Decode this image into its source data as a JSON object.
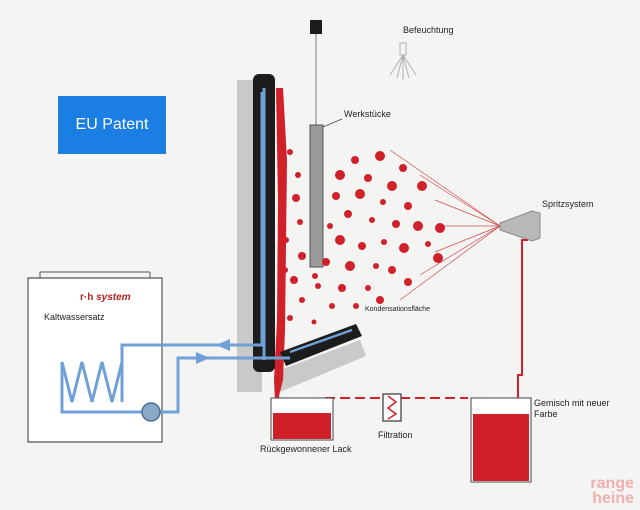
{
  "badge": {
    "label": "EU Patent"
  },
  "labels": {
    "befeuchtung": "Befeuchtung",
    "werkstuecke": "Werkstücke",
    "spritzsystem": "Spritzsystem",
    "kondensationsflaeche": "Kondensationsfläche",
    "kaltwassersatz": "Kaltwassersatz",
    "rueckgewonnener_lack": "Rückgewonnener Lack",
    "filtration": "Filtration",
    "gemisch": "Gemisch mit neuer Farbe"
  },
  "brand": {
    "prefix": "r·h",
    "suffix": "system"
  },
  "watermark": {
    "line1": "range",
    "line2": "heine"
  },
  "colors": {
    "paint": "#d0202a",
    "water": "#6fa0d8",
    "plate": "#1c1c1c",
    "badge": "#1a7ee3"
  }
}
